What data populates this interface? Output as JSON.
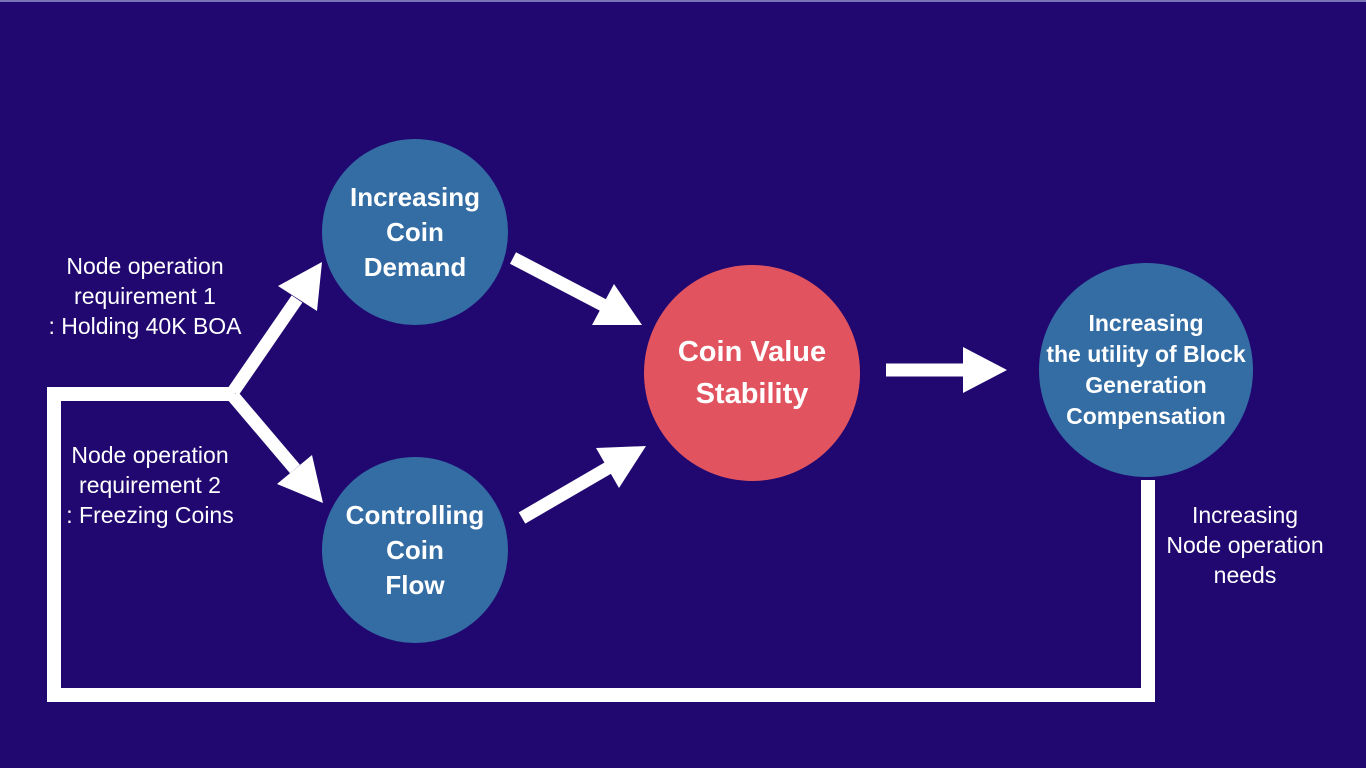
{
  "colors": {
    "background": "#200870",
    "node_blue": "#336DA4",
    "node_red": "#E1545F",
    "line_white": "#FFFFFF",
    "text_white": "#FFFFFF"
  },
  "nodes": {
    "coin_demand": "Increasing\nCoin\nDemand",
    "coin_flow": "Controlling\nCoin\nFlow",
    "coin_value_stability": "Coin Value\nStability",
    "block_compensation": "Increasing\nthe utility of Block\nGeneration\nCompensation"
  },
  "labels": {
    "requirement1": "Node operation\nrequirement 1\n: Holding 40K BOA",
    "requirement2": "Node operation\nrequirement 2\n: Freezing Coins",
    "increasing_needs": "Increasing\nNode operation\nneeds"
  },
  "edges": [
    {
      "from": "requirements-junction",
      "to": "coin_demand",
      "style": "white-arrow"
    },
    {
      "from": "requirements-junction",
      "to": "coin_flow",
      "style": "white-arrow"
    },
    {
      "from": "coin_demand",
      "to": "coin_value_stability",
      "style": "white-arrow"
    },
    {
      "from": "coin_flow",
      "to": "coin_value_stability",
      "style": "white-arrow"
    },
    {
      "from": "coin_value_stability",
      "to": "block_compensation",
      "style": "white-arrow"
    },
    {
      "from": "block_compensation",
      "to": "requirements-junction",
      "style": "white-loop-line"
    }
  ]
}
